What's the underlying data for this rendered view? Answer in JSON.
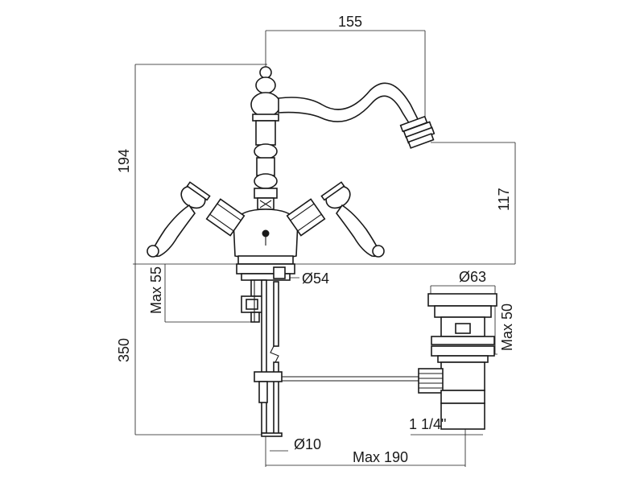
{
  "dimensions": {
    "spout_reach": "155",
    "total_height": "194",
    "spout_height": "117",
    "max_deck_top": "Max 55",
    "base_diameter": "Ø54",
    "waste_diameter": "Ø63",
    "max_waste_top": "Max 50",
    "under_length": "350",
    "waste_thread": "1 1/4\"",
    "rod_diameter": "Ø10",
    "max_rod_reach": "Max 190"
  }
}
